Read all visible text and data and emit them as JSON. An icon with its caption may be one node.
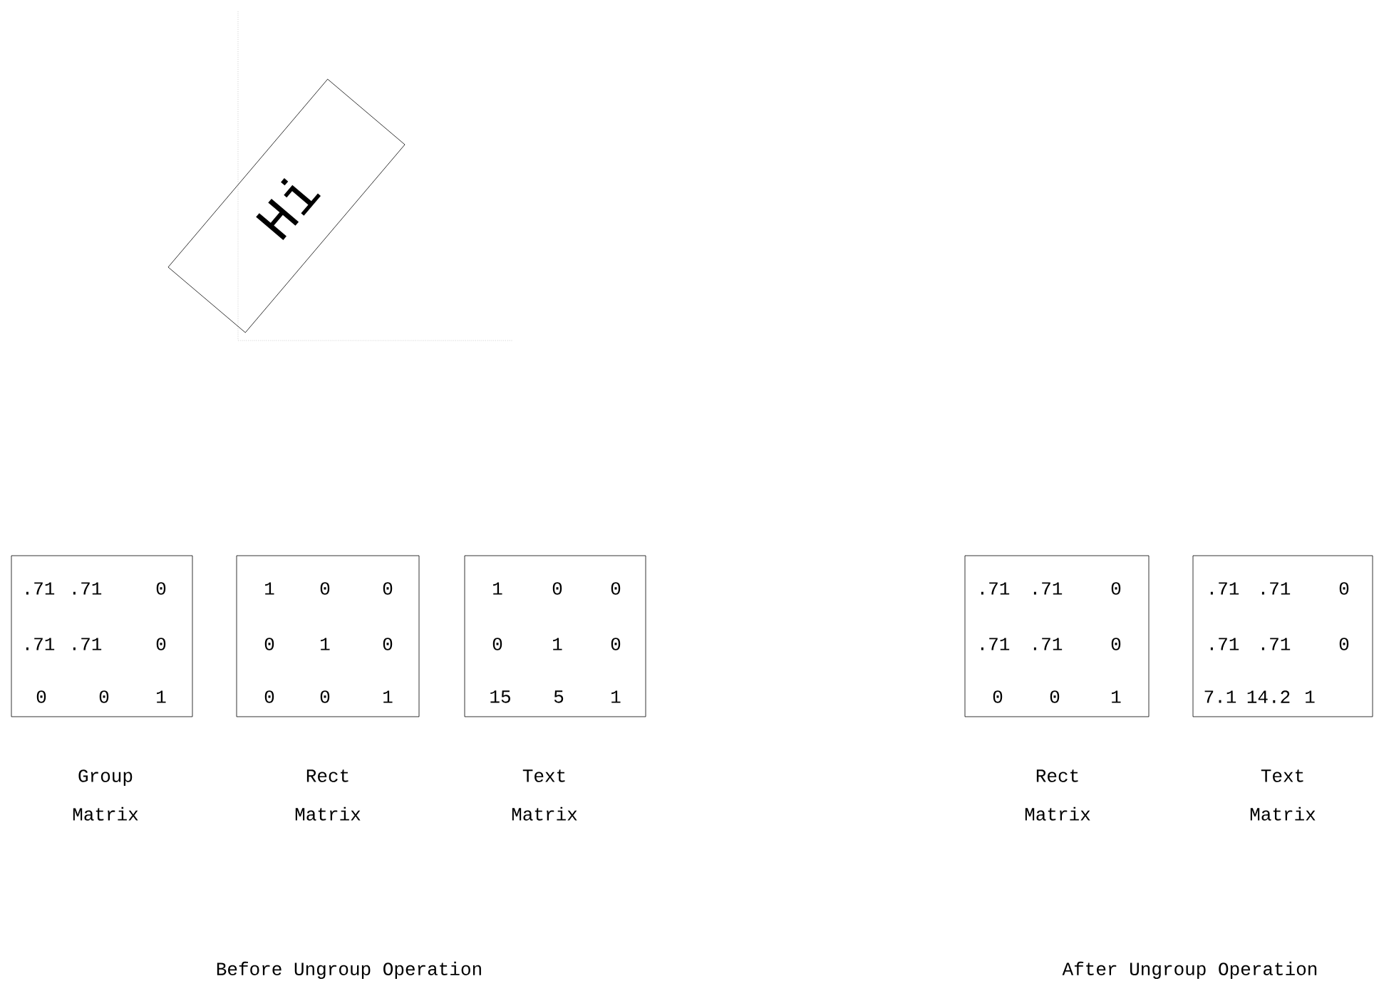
{
  "diagram": {
    "nodes": [
      {
        "text": [
          "Hi"
        ]
      },
      {
        "text": [
          ".71",
          ".71",
          "0",
          ".71",
          ".71",
          "0",
          "0",
          "0",
          "1"
        ],
        "beside": [
          "Group Matrix"
        ]
      },
      {
        "text": [
          "1",
          "0",
          "0",
          "0",
          "1",
          "0",
          "0",
          "0",
          "1"
        ],
        "beside": [
          "Rect Matrix"
        ]
      },
      {
        "text": [
          "1",
          "0",
          "0",
          "0",
          "1",
          "0",
          "15",
          "5",
          "1"
        ],
        "beside": [
          "Text Matrix"
        ]
      },
      {
        "text": [
          ".71",
          ".71",
          "0",
          ".71",
          ".71",
          "0",
          "0",
          "0",
          "1"
        ],
        "beside": [
          "Rect Matrix"
        ]
      },
      {
        "text": [
          ".71",
          ".71",
          "0",
          ".71",
          ".71",
          "0",
          "7.1",
          "14.2",
          "1"
        ],
        "beside": [
          "Text Matrix"
        ]
      }
    ],
    "labels": [
      "Before Ungroup Operation",
      "After Ungroup Operation"
    ]
  }
}
